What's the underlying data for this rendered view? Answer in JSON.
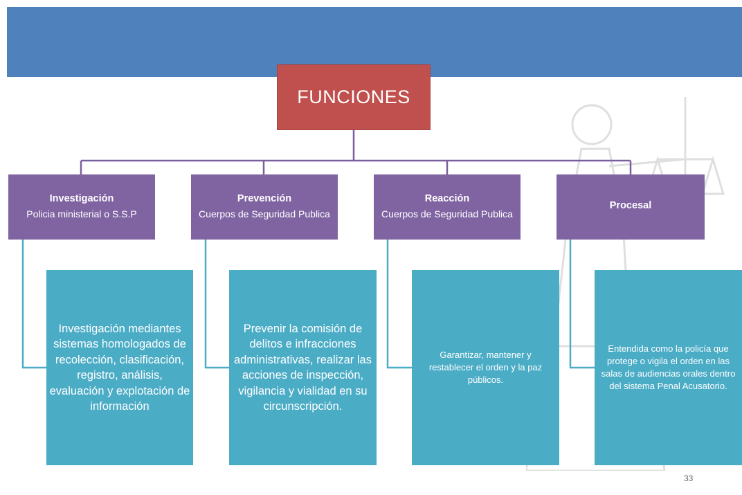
{
  "root": {
    "title": "FUNCIONES"
  },
  "categories": [
    {
      "title": "Investigación",
      "subtitle": "Policia ministerial o S.S.P",
      "description": "Investigación mediantes sistemas homologados de recolección, clasificación, registro, análisis, evaluación y explotación de información"
    },
    {
      "title": "Prevención",
      "subtitle": "Cuerpos de Seguridad Publica",
      "description": "Prevenir la comisión de delitos e infracciones administrativas, realizar las acciones de inspección, vigilancia y vialidad en su circunscripción."
    },
    {
      "title": "Reacción",
      "subtitle": "Cuerpos de Seguridad Publica",
      "description": "Garantizar, mantener y restablecer el orden y la paz públicos."
    },
    {
      "title": "Procesal",
      "subtitle": "",
      "description": "Entendida como la policía que protege o vigila el orden en las salas de audiencias orales dentro del sistema Penal Acusatorio."
    }
  ],
  "page_number": "33",
  "colors": {
    "banner": "#4f81bd",
    "root_box": "#c0504d",
    "category_box": "#8064a2",
    "description_box": "#4bacc6",
    "connector": "#7a5f9e"
  }
}
